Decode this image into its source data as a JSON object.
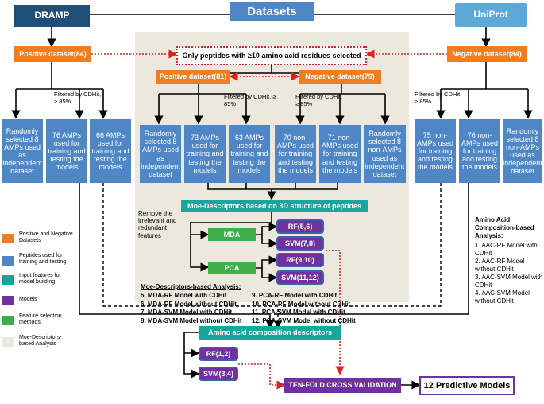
{
  "header": {
    "title": "Datasets"
  },
  "logos": {
    "dramp": "DRAMP",
    "uniprot": "UniProt"
  },
  "positive_outer": "Positive dataset(84)",
  "negative_outer": "Negative dataset(84)",
  "filter_note": "Only peptides with ≥10 amino acid residues selected",
  "positive_inner": "Positive dataset(81)",
  "negative_inner": "Negative dataset(79)",
  "filter_label": "Filtered by CDHit, ≥ 85%",
  "boxes": {
    "left1": "Randomly selected 8 AMPs used as independent dataset",
    "left2": "76 AMPs used for training and testing the models",
    "left3": "66 AMPs used for training and testing the models",
    "mid1": "Randomly selected 8 AMPs used as independent dataset",
    "mid2": "73 AMPs used for training and testing the models",
    "mid3": "63 AMPs used for training and testing the models",
    "mid4": "70 non-AMPs used for training and testing the models",
    "mid5": "71 non-AMPs used for training and testing the models",
    "mid6": "Randomly selected 8 non-AMPs used as independent dataset",
    "right1": "75 non-AMPs used for training and testing the models",
    "right2": "76 non-AMPs used for training and testing the models",
    "right3": "Randomly selected 8 non-AMPs used as independent dataset"
  },
  "moe_descriptors": "Moe-Descriptors based on 3D structure of peptides",
  "remove_label": "Remove the irrelevant and redundant features",
  "mda": "MDA",
  "pca": "PCA",
  "models": {
    "rf56": "RF(5,6)",
    "svm78": "SVM(7,8)",
    "rf910": "RF(9,10)",
    "svm1112": "SVM(11,12)",
    "rf12": "RF(1,2)",
    "svm34": "SVM(3,4)"
  },
  "moe_analysis": {
    "title": "Moe-Descriptors-based Analysis:",
    "col1": [
      "5. MDA-RF Model with CDHit",
      "6. MDA-RF Model without CDHit",
      "7. MDA-SVM Model with CDHit",
      "8. MDA-SVM Model without CDHit"
    ],
    "col2": [
      "9. PCA-RF Model with CDHit",
      "10. PCA-RF Model without CDHit",
      "11. PCA-SVM Model with CDHit",
      "12. PCA-SVM Model without CDHit"
    ]
  },
  "aac_analysis": {
    "title": "Amino Acid Composition-based Analysis:",
    "items": [
      "1. AAC-RF Model with CDHit",
      "2. AAC-RF Model without CDHit",
      "3. AAC-SVM Model with CDHit",
      "4. AAC-SVM Model without CDHit"
    ]
  },
  "aac_descriptors": "Amino acid composition descriptors",
  "cross_validation": "TEN-FOLD CROSS VALIDATION",
  "predictive": "12 Predictive Models",
  "legend": [
    {
      "label": "Positive and Negative Datasets",
      "color": "#ef7d22"
    },
    {
      "label": "Peptides used for training and testing",
      "color": "#4f86c6"
    },
    {
      "label": "Input features for model building",
      "color": "#17a59c"
    },
    {
      "label": "Models",
      "color": "#7030a0"
    },
    {
      "label": "Feature selection methods",
      "color": "#3fae49"
    },
    {
      "label": "Moe-Descriptors-based Analysis",
      "color": "#ece8dd"
    }
  ]
}
